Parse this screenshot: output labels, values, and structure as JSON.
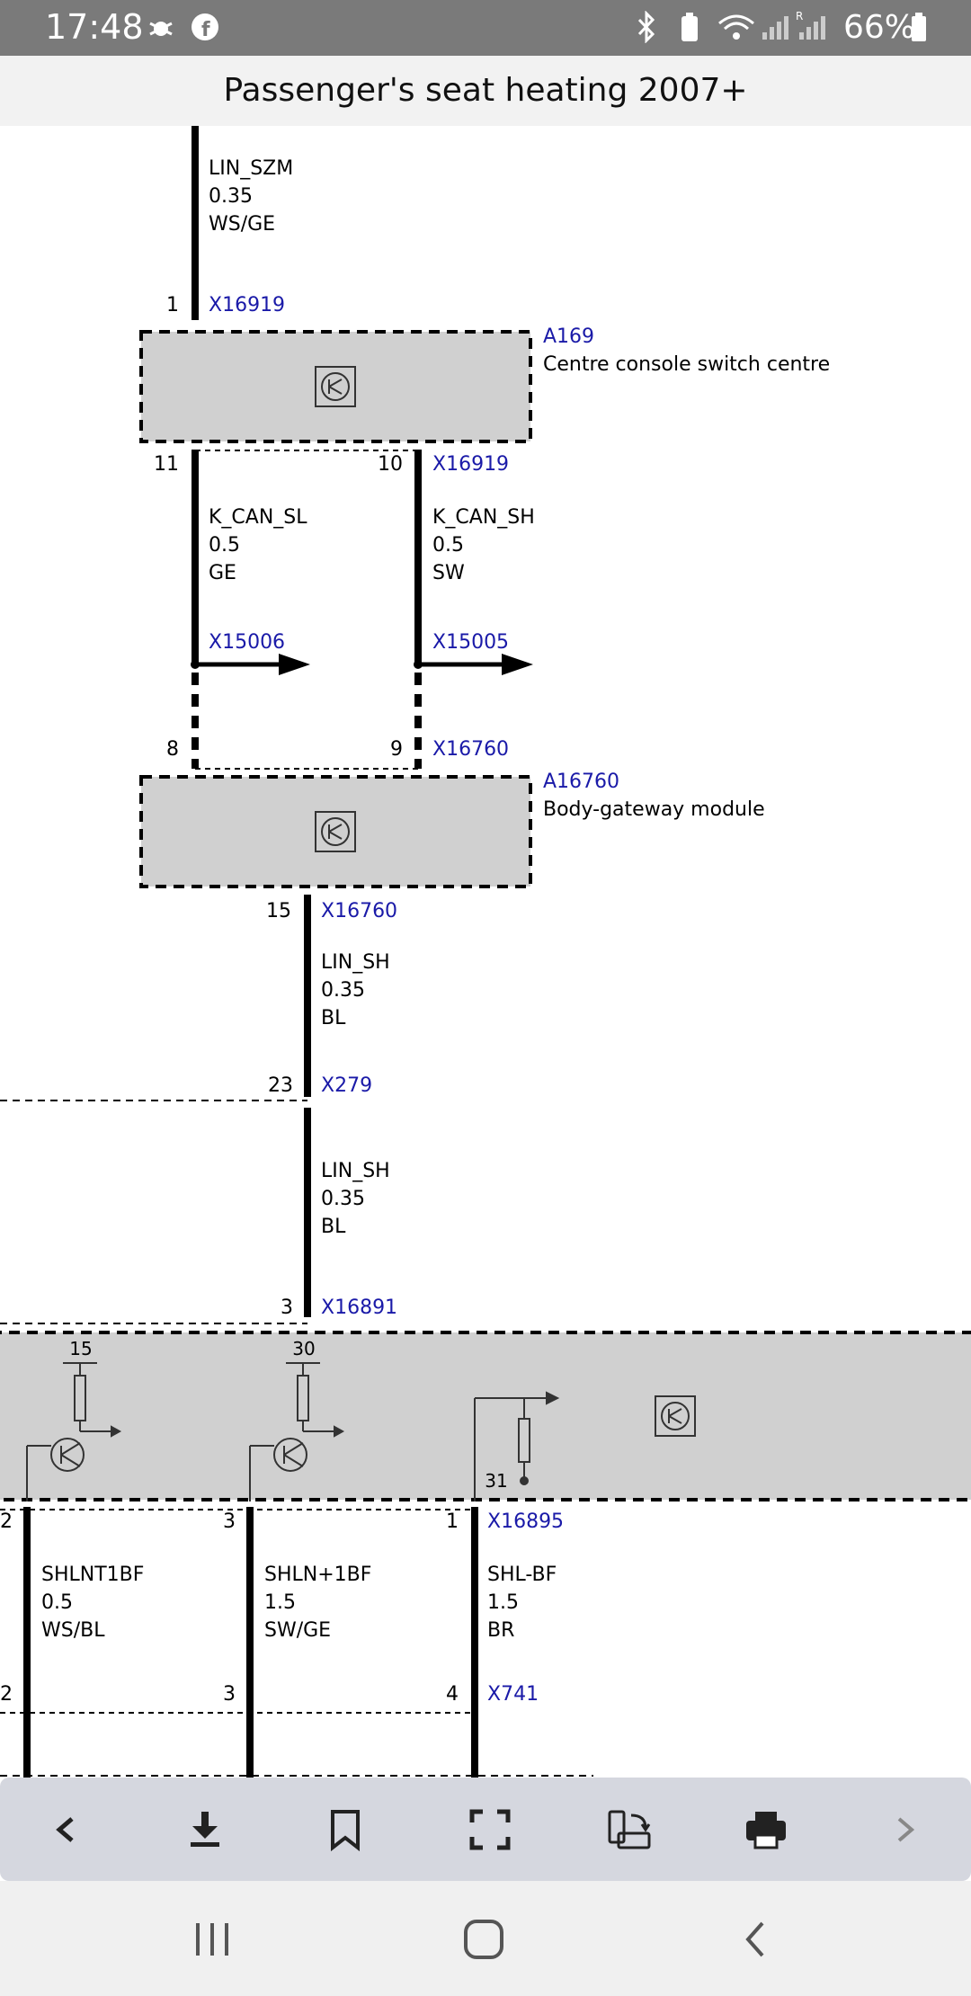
{
  "status_bar": {
    "time": "17:48",
    "battery": "66%",
    "icons": [
      "bug-icon",
      "facebook-icon",
      "bluetooth-icon",
      "battery-saver-icon",
      "wifi-icon",
      "signal-icon",
      "roaming-signal-icon",
      "battery-icon"
    ]
  },
  "header": {
    "title": "Passenger's seat heating 2007+"
  },
  "diagram": {
    "wire_top": {
      "name": "LIN_SZM",
      "gauge": "0.35",
      "color": "WS/GE"
    },
    "pin_top": "1",
    "conn_x16919": "X16919",
    "a169": {
      "id": "A169",
      "name": "Centre console switch centre"
    },
    "pin_11": "11",
    "pin_10": "10",
    "conn_x16919_b": "X16919",
    "wire_kcan_sl": {
      "name": "K_CAN_SL",
      "gauge": "0.5",
      "color": "GE"
    },
    "wire_kcan_sh": {
      "name": "K_CAN_SH",
      "gauge": "0.5",
      "color": "SW"
    },
    "conn_x15006": "X15006",
    "conn_x15005": "X15005",
    "pin_8": "8",
    "pin_9": "9",
    "conn_x16760_a": "X16760",
    "a16760": {
      "id": "A16760",
      "name": "Body-gateway module"
    },
    "pin_15": "15",
    "conn_x16760_b": "X16760",
    "wire_lin_sh_1": {
      "name": "LIN_SH",
      "gauge": "0.35",
      "color": "BL"
    },
    "pin_23": "23",
    "conn_x279": "X279",
    "wire_lin_sh_2": {
      "name": "LIN_SH",
      "gauge": "0.35",
      "color": "BL"
    },
    "pin_3": "3",
    "conn_x16891": "X16891",
    "module_pin_15": "15",
    "module_pin_30": "30",
    "module_pin_31": "31",
    "pin_2a": "2",
    "pin_3a": "3",
    "pin_1a": "1",
    "conn_x16895": "X16895",
    "wire_shlnt1bf": {
      "name": "SHLNT1BF",
      "gauge": "0.5",
      "color": "WS/BL"
    },
    "wire_shln1bf": {
      "name": "SHLN+1BF",
      "gauge": "1.5",
      "color": "SW/GE"
    },
    "wire_shlbf": {
      "name": "SHL-BF",
      "gauge": "1.5",
      "color": "BR"
    },
    "pin_2b": "2",
    "pin_3b": "3",
    "pin_4b": "4",
    "conn_x741": "X741",
    "colors": {
      "link": "#1a1aa8",
      "wire": "#000000",
      "module_fill": "#d0d0d0"
    }
  },
  "toolbar": {
    "buttons": [
      "back-icon",
      "download-icon",
      "bookmark-icon",
      "fullscreen-icon",
      "rotate-icon",
      "print-icon",
      "forward-icon"
    ]
  },
  "nav_bar": {
    "buttons": [
      "recents-icon",
      "home-icon",
      "back-nav-icon"
    ]
  }
}
